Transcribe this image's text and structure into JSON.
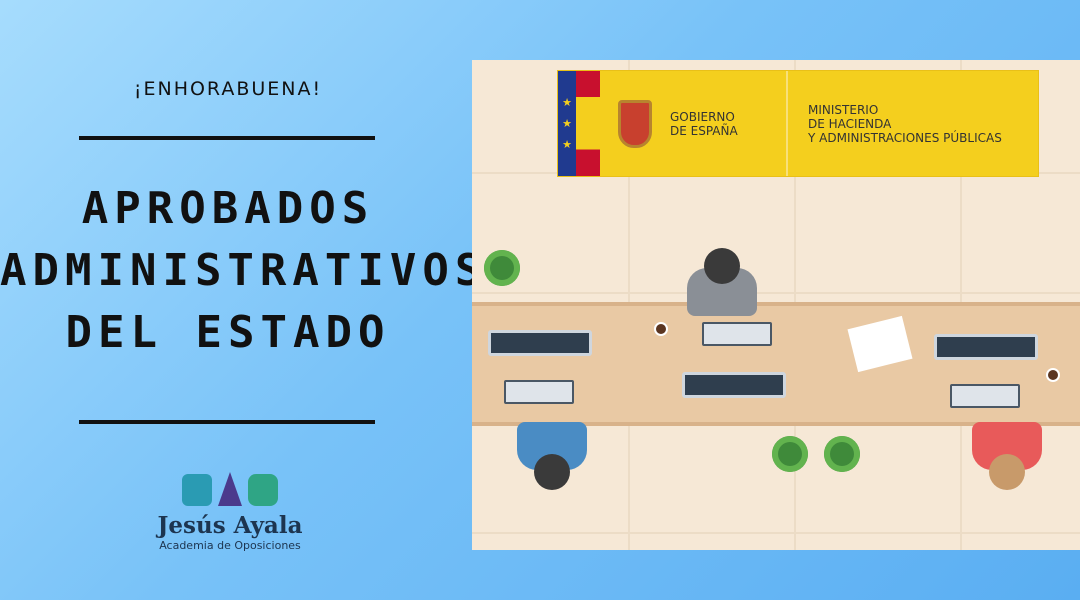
{
  "headline": {
    "kicker": "¡ENHORABUENA!",
    "title_lines": [
      "APROBADOS",
      "ADMINISTRATIVOS",
      "DEL ESTADO"
    ]
  },
  "logo": {
    "name": "Jesús Ayala",
    "subtitle": "Academia de Oposiciones",
    "mark_colors": [
      "#2a9bb3",
      "#4b3a8c",
      "#2fa585"
    ]
  },
  "illustration": {
    "government_banner": {
      "line1": "GOBIERNO",
      "line2": "DE ESPAÑA",
      "ministry_lines": [
        "MINISTERIO",
        "DE HACIENDA",
        "Y ADMINISTRACIONES PÚBLICAS"
      ],
      "colors": {
        "yellow": "#f4cf1e",
        "red": "#c8102e",
        "blue": "#203a8f"
      }
    }
  }
}
